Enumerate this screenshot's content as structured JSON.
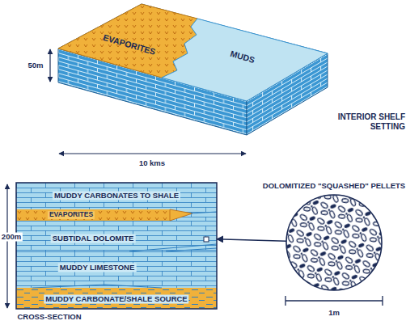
{
  "diagram": {
    "nodes": [
      {
        "text": [
          "EVAPORITES"
        ]
      },
      {
        "text": [
          "MUDS"
        ]
      },
      {
        "text": [
          "CROSS-SECTION"
        ]
      },
      {
        "text": [
          "MUDDY CARBONATES TO SHALE"
        ],
        "in": 2
      },
      {
        "text": [
          "EVAPORITES"
        ],
        "in": 2
      },
      {
        "text": [
          "SUBTIDAL DOLOMITE"
        ],
        "in": 2
      },
      {
        "text": [
          "MUDDY LIMESTONE"
        ],
        "in": 2
      },
      {
        "text": [
          "MUDDY CARBONATE/SHALE SOURCE"
        ],
        "in": 2
      },
      {
        "text": [
          "DOLOMITIZED \"SQUASHED\" PELLETS"
        ]
      }
    ],
    "edges": [
      {
        "from": 8,
        "to": 5,
        "arrow": "to"
      }
    ],
    "labels": [
      "50m",
      "10 kms",
      "INTERIOR SHELF SETTING",
      "200m",
      "1m"
    ]
  }
}
